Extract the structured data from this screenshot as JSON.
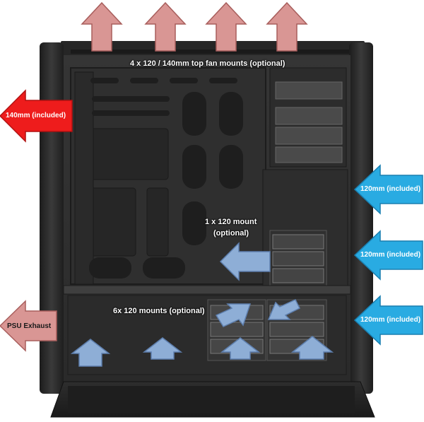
{
  "labels": {
    "top_fans": "4 x 120 / 140mm top fan mounts (optional)",
    "rear_fan": "140mm (included)",
    "front_fan_1": "120mm (included)",
    "front_fan_2": "120mm (included)",
    "front_fan_3": "120mm (included)",
    "mid_mount_line1": "1 x 120 mount",
    "mid_mount_line2": "(optional)",
    "bottom_mounts": "6x 120 mounts (optional)",
    "psu_exhaust": "PSU Exhaust"
  },
  "colors": {
    "exhaust_pink": "#d99694",
    "exhaust_red": "#ee1c1c",
    "intake_cyan": "#29abe2",
    "internal_blue": "#8eaed6",
    "case_dark": "#2b2b2b",
    "case_interior": "#3a3a3a"
  }
}
